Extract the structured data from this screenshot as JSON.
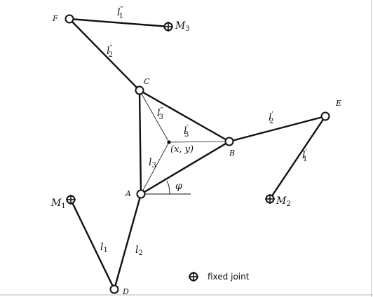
{
  "points": {
    "F": "F",
    "C": "C",
    "B": "B",
    "A": "A",
    "D": "D",
    "E": "E",
    "M1": "M",
    "M1_sub": "1",
    "M2": "M",
    "M2_sub": "2",
    "M3": "M",
    "M3_sub": "3",
    "center": "(x, y)"
  },
  "links": {
    "l1pp": {
      "base": "l",
      "sup": "″",
      "sub": "1"
    },
    "l2pp": {
      "base": "l",
      "sup": "″",
      "sub": "2"
    },
    "l3pp": {
      "base": "l",
      "sup": "″",
      "sub": "3"
    },
    "l3p": {
      "base": "l",
      "sup": "′",
      "sub": "3"
    },
    "l3": {
      "base": "l",
      "sub": "3"
    },
    "l2p": {
      "base": "l",
      "sup": "′",
      "sub": "2"
    },
    "l1p": {
      "base": "l",
      "sup": "′",
      "sub": "1"
    },
    "l1": {
      "base": "l",
      "sub": "1"
    },
    "l2": {
      "base": "l",
      "sub": "2"
    }
  },
  "angle": "φ",
  "legend": {
    "label": "fixed joint"
  },
  "colors": {
    "ink": "#111111",
    "paper": "#ffffff"
  }
}
